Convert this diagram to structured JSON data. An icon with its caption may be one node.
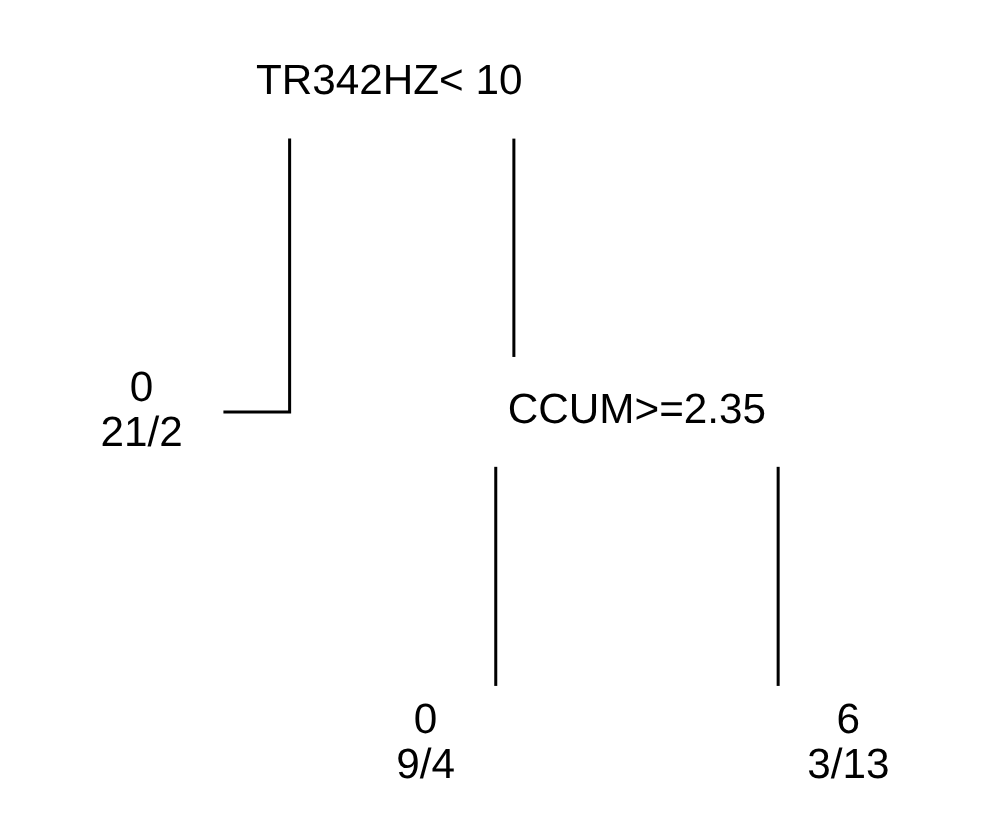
{
  "diagram": {
    "nodes": [
      {
        "text": [
          "TR342HZ< 10"
        ]
      },
      {
        "text": [
          "0",
          "21/2"
        ]
      },
      {
        "text": [
          "CCUM>=2.35"
        ]
      },
      {
        "text": [
          "0",
          "9/4"
        ]
      },
      {
        "text": [
          "6",
          "3/13"
        ]
      }
    ],
    "edges": [
      {
        "from": 0,
        "to": 1,
        "arrow": "none"
      },
      {
        "from": 0,
        "to": 2,
        "arrow": "none"
      },
      {
        "from": 2,
        "to": 3,
        "arrow": "none"
      },
      {
        "from": 2,
        "to": 4,
        "arrow": "none"
      }
    ]
  }
}
